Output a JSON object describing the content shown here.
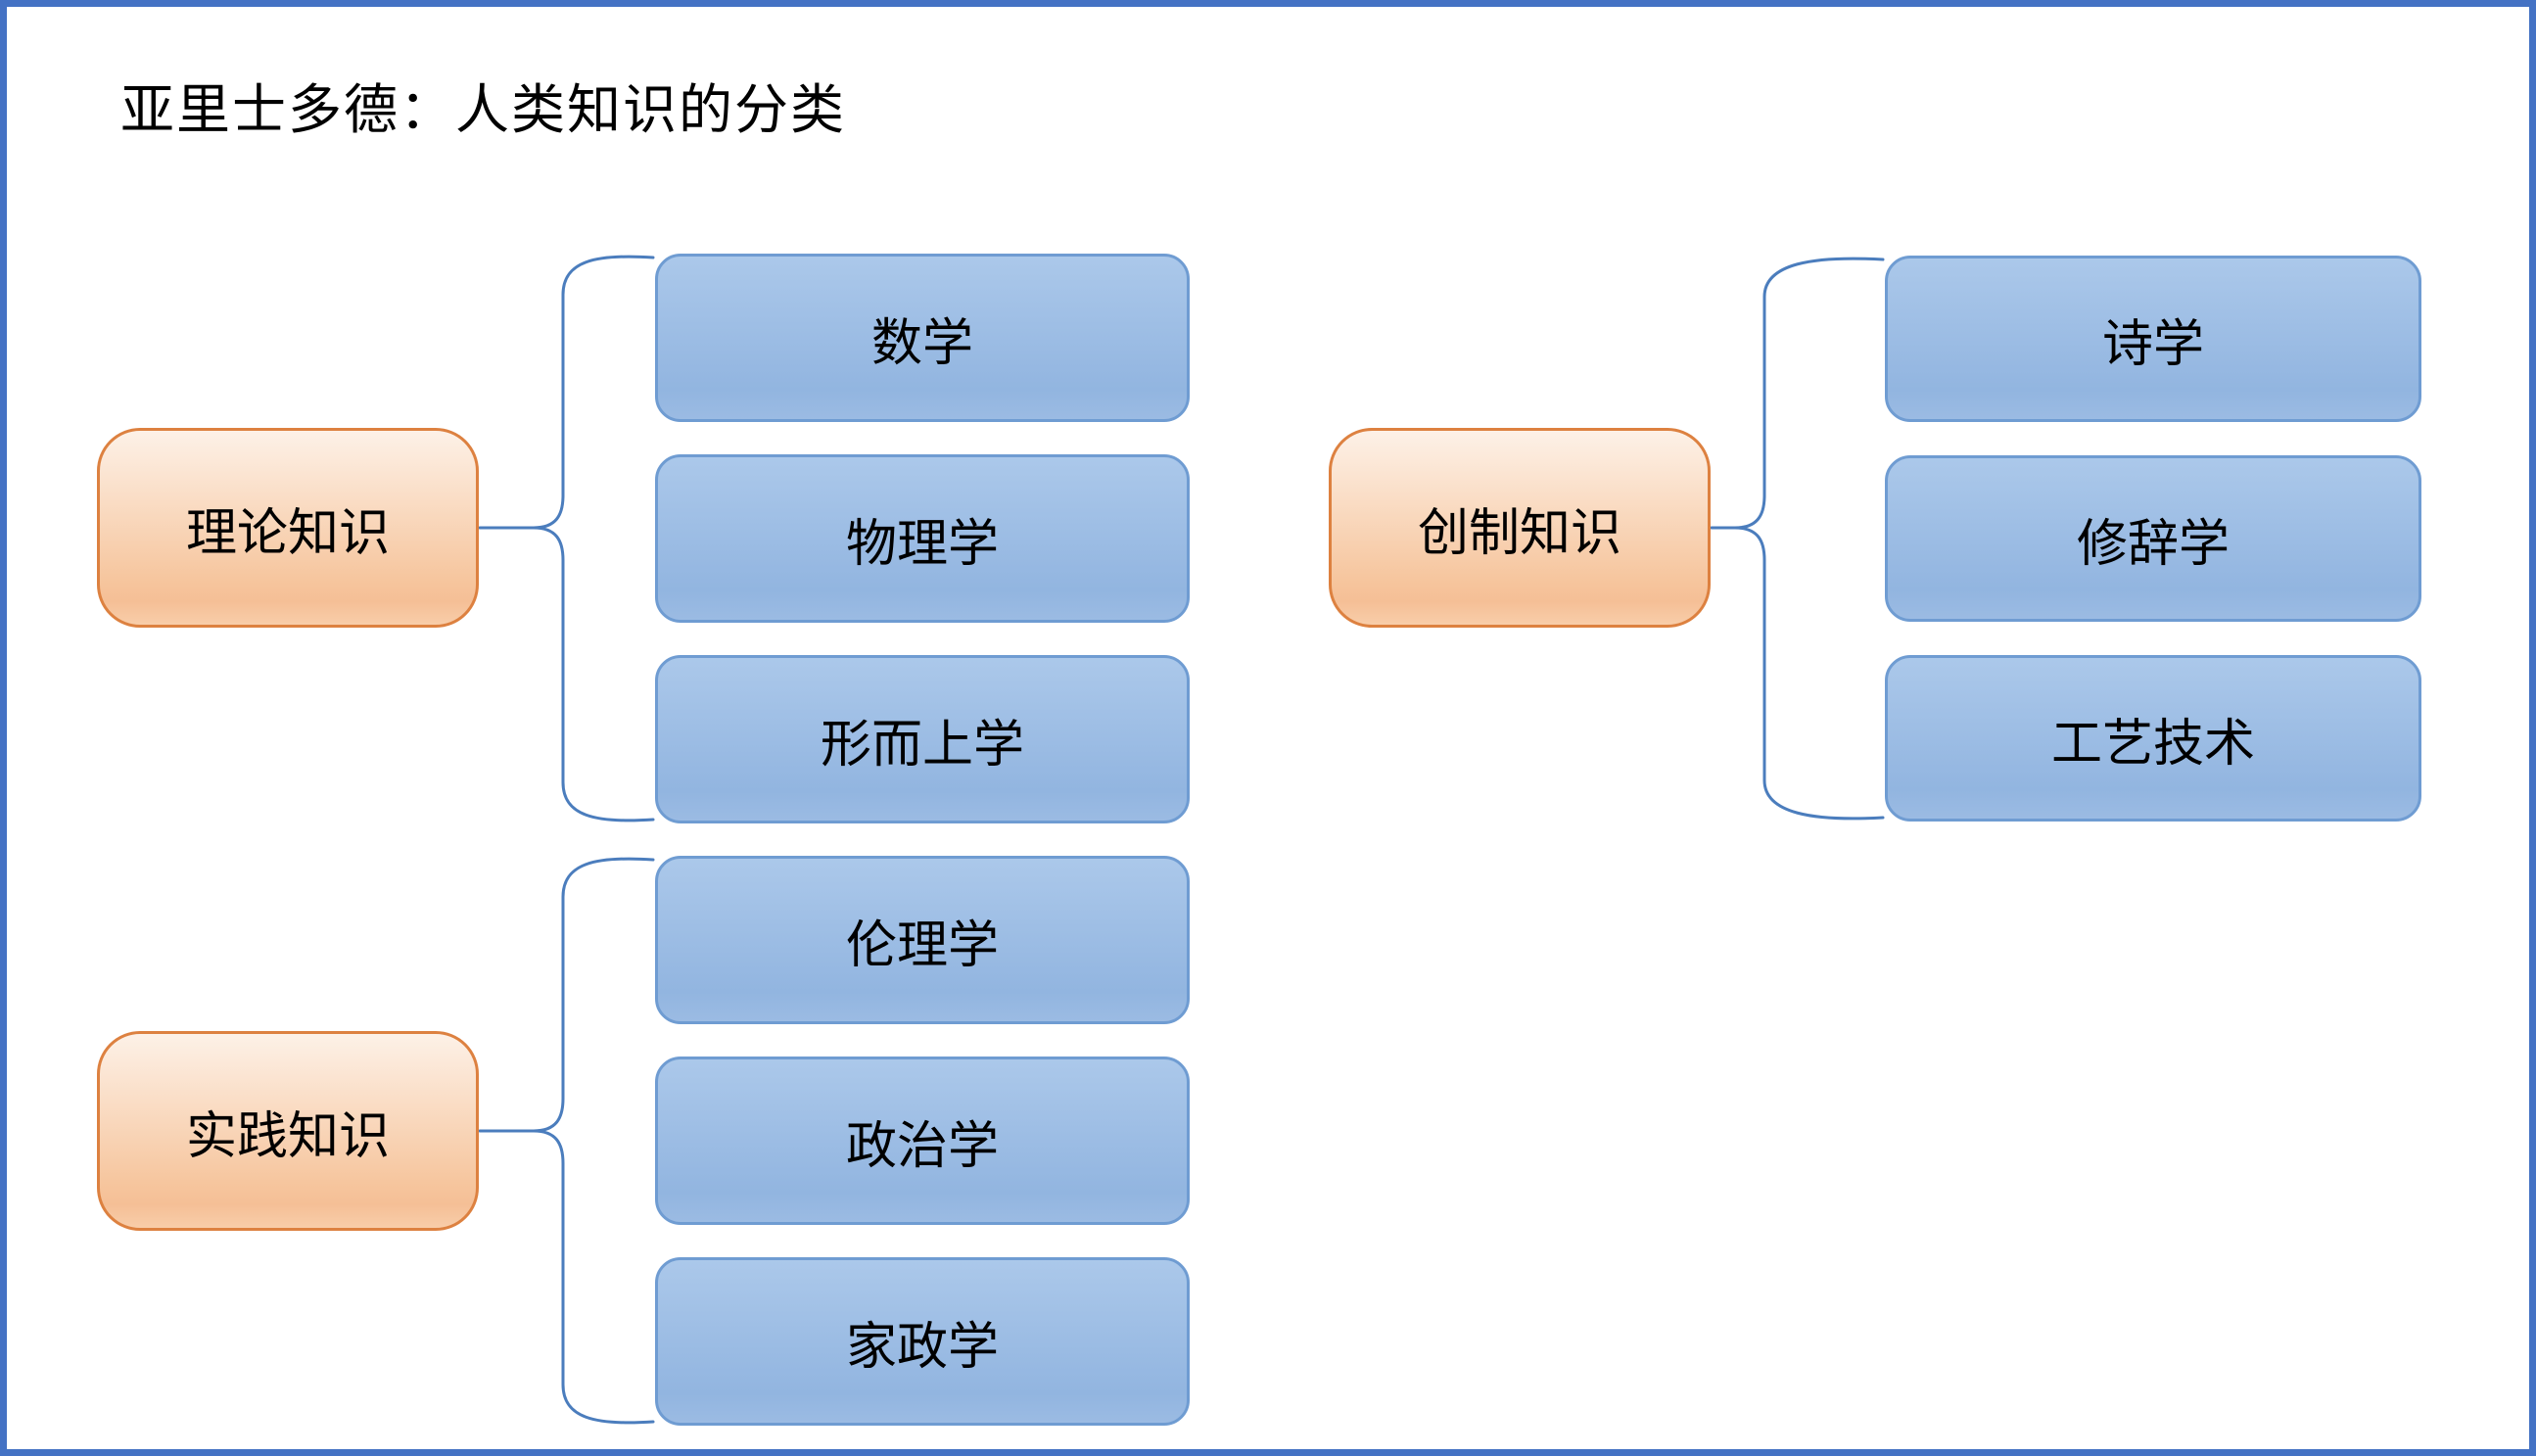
{
  "title": "亚里士多德：人类知识的分类",
  "colors": {
    "page_border": "#4472c4",
    "brace_line": "#4b7dbd",
    "parent_fill_top": "#fdf1e7",
    "parent_fill_bottom": "#f5bf96",
    "parent_border": "#dd8140",
    "child_fill_top": "#abc8ea",
    "child_fill_bottom": "#92b5e0",
    "child_border": "#6f9cd2",
    "text": "#000000"
  },
  "groups": [
    {
      "id": "theoretical",
      "parent_label": "理论知识",
      "children": [
        "数学",
        "物理学",
        "形而上学"
      ]
    },
    {
      "id": "practical",
      "parent_label": "实践知识",
      "children": [
        "伦理学",
        "政治学",
        "家政学"
      ]
    },
    {
      "id": "productive",
      "parent_label": "创制知识",
      "children": [
        "诗学",
        "修辞学",
        "工艺技术"
      ]
    }
  ]
}
